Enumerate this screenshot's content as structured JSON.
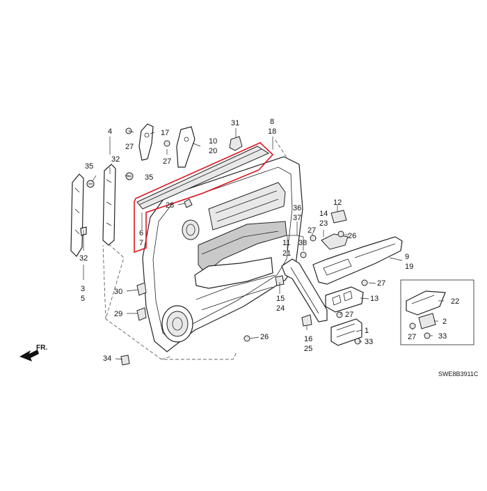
{
  "diagram": {
    "diagram_code": "SWE8B3911C",
    "front_indicator": "FR.",
    "highlight_color": "#e0141e",
    "callouts": {
      "c1": "1",
      "c2": "2",
      "c3": "3",
      "c4": "4",
      "c5": "5",
      "c6": "6",
      "c7": "7",
      "c8": "8",
      "c9": "9",
      "c10": "10",
      "c11": "11",
      "c12": "12",
      "c13": "13",
      "c14": "14",
      "c15": "15",
      "c16": "16",
      "c17": "17",
      "c18": "18",
      "c19": "19",
      "c20": "20",
      "c21": "21",
      "c22": "22",
      "c23": "23",
      "c24": "24",
      "c25": "25",
      "c26": "26",
      "c27": "27",
      "c28": "28",
      "c29": "29",
      "c30": "30",
      "c31": "31",
      "c32": "32",
      "c33": "33",
      "c34": "34",
      "c35": "35",
      "c36": "36",
      "c37": "37",
      "c38": "38"
    }
  }
}
